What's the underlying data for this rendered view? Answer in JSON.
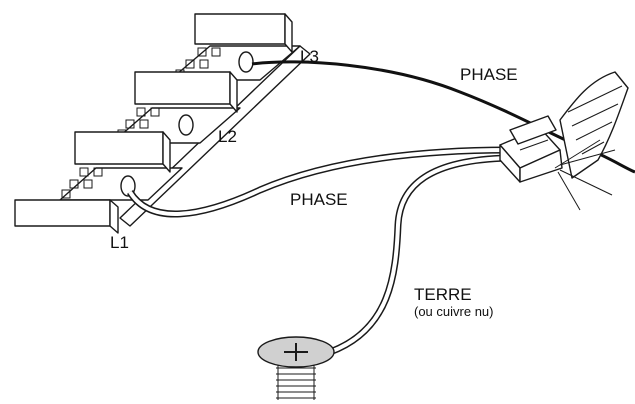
{
  "labels": {
    "l1": "L1",
    "l2": "L2",
    "l3": "L3",
    "phase_top": "PHASE",
    "phase_bottom": "PHASE",
    "terre": "TERRE",
    "terre_note": "(ou cuivre nu)"
  },
  "colors": {
    "ink": "#1a1a1a",
    "black_wire": "#111111",
    "white_wire": "#ffffff",
    "screw_head": "#d0d0d0",
    "background": "#ffffff"
  },
  "icons": {
    "terminal_block": "breaker-terminal-block",
    "connector": "wire-connector",
    "ground_screw": "ground-screw-icon"
  }
}
